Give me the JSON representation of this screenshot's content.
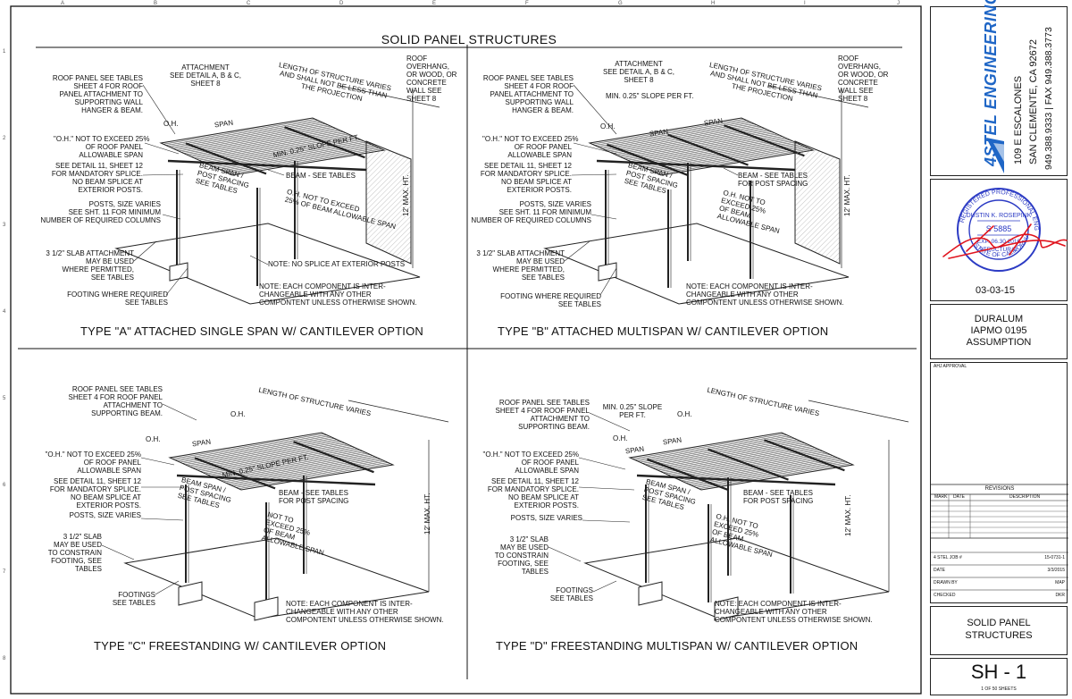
{
  "sheet_title": "SOLID PANEL STRUCTURES",
  "grid": {
    "letters": [
      "A",
      "B",
      "C",
      "D",
      "E",
      "F",
      "G",
      "H",
      "I",
      "J"
    ],
    "numbers": [
      "1",
      "2",
      "3",
      "4",
      "5",
      "6",
      "7",
      "8"
    ]
  },
  "panels": [
    {
      "caption": "TYPE \"A\" ATTACHED SINGLE SPAN W/ CANTILEVER OPTION",
      "notes": {
        "roof_panel": "ROOF PANEL SEE TABLES\nSHEET 4 FOR ROOF\nPANEL ATTACHMENT TO\nSUPPORTING WALL\nHANGER & BEAM.",
        "attachment": "ATTACHMENT\nSEE DETAIL A, B & C,\nSHEET 8",
        "length": "LENGTH OF STRUCTURE VARIES\nAND SHALL NOT BE LESS THAN\nTHE PROJECTION",
        "roof_overhang": "ROOF\nOVERHANG,\nOR WOOD, OR\nCONCRETE\nWALL SEE\nSHEET 8",
        "oh": "O.H.",
        "span": "SPAN",
        "slope": "MIN. 0.25\" SLOPE PER FT.",
        "oh_note": "\"O.H.\" NOT TO EXCEED 25%\nOF ROOF PANEL\nALLOWABLE SPAN",
        "splice": "SEE DETAIL 11, SHEET 12\nFOR MANDATORY SPLICE.\nNO BEAM SPLICE AT\nEXTERIOR POSTS.",
        "beam": "BEAM - SEE TABLES",
        "beam_span": "BEAM SPAN /\nPOST SPACING\nSEE TABLES",
        "posts": "POSTS, SIZE VARIES\nSEE SHT. 11 FOR MINIMUM\nNUMBER OF REQUIRED COLUMNS",
        "oh_beam": "O.H. NOT TO EXCEED\n25% OF BEAM ALLOWABLE SPAN",
        "height": "12' MAX. HT.",
        "slab": "3 1/2\" SLAB ATTACHMENT\nMAY BE USED\nWHERE PERMITTED,\nSEE TABLES",
        "no_splice": "NOTE: NO SPLICE AT EXTERIOR POSTS",
        "footing": "FOOTING WHERE REQUIRED\nSEE TABLES",
        "component": "NOTE: EACH COMPONENT IS INTER-\nCHANGEABLE WITH ANY OTHER\nCOMPONTENT UNLESS OTHERWISE SHOWN."
      }
    },
    {
      "caption": "TYPE \"B\" ATTACHED MULTISPAN W/ CANTILEVER OPTION",
      "notes": {
        "roof_panel": "ROOF PANEL SEE TABLES\nSHEET 4 FOR ROOF\nPANEL ATTACHMENT TO\nSUPPORTING WALL\nHANGER & BEAM.",
        "attachment": "ATTACHMENT\nSEE DETAIL A, B & C,\nSHEET 8",
        "length": "LENGTH OF STRUCTURE VARIES\nAND SHALL NOT BE LESS THAN\nTHE PROJECTION",
        "roof_overhang": "ROOF\nOVERHANG,\nOR WOOD, OR\nCONCRETE\nWALL SEE\nSHEET 8",
        "slope": "MIN. 0.25\" SLOPE PER FT.",
        "oh": "O.H.",
        "span1": "SPAN",
        "span2": "SPAN",
        "oh_note": "\"O.H.\" NOT TO EXCEED 25%\nOF ROOF PANEL\nALLOWABLE SPAN",
        "splice": "SEE DETAIL 11, SHEET 12\nFOR MANDATORY SPLICE.\nNO BEAM SPLICE AT\nEXTERIOR POSTS.",
        "beam_span": "BEAM SPAN /\nPOST SPACING\nSEE TABLES",
        "beam": "BEAM - SEE TABLES\nFOR POST SPACING",
        "posts": "POSTS, SIZE VARIES\nSEE SHT. 11 FOR MINIMUM\nNUMBER OF REQUIRED COLUMNS",
        "oh_beam": "O.H. NOT TO\nEXCEED 25%\nOF BEAM\nALLOWABLE SPAN",
        "height": "12' MAX. HT.",
        "slab": "3 1/2\" SLAB ATTACHMENT\nMAY BE USED\nWHERE PERMITTED,\nSEE TABLES",
        "footing": "FOOTING WHERE REQUIRED\nSEE TABLES",
        "component": "NOTE: EACH COMPONENT IS INTER-\nCHANGEABLE WITH ANY OTHER\nCOMPONTENT UNLESS OTHERWISE SHOWN."
      }
    },
    {
      "caption": "TYPE \"C\" FREESTANDING W/ CANTILEVER OPTION",
      "notes": {
        "roof_panel": "ROOF PANEL SEE TABLES\nSHEET 4 FOR ROOF PANEL\nATTACHMENT TO\nSUPPORTING BEAM.",
        "length": "LENGTH OF STRUCTURE VARIES",
        "oh1": "O.H.",
        "oh2": "O.H.",
        "span": "SPAN",
        "slope": "MIN. 0.25\" SLOPE PER FT.",
        "oh_note": "\"O.H.\" NOT TO EXCEED 25%\nOF ROOF PANEL\nALLOWABLE SPAN",
        "splice": "SEE DETAIL 11, SHEET 12\nFOR MANDATORY SPLICE.\nNO BEAM SPLICE AT\nEXTERIOR POSTS.",
        "beam_span": "BEAM SPAN /\nPOST SPACING\nSEE TABLES",
        "beam": "BEAM - SEE TABLES\nFOR POST SPACING",
        "posts": "POSTS, SIZE VARIES",
        "oh_beam": "NOT TO\nEXCEED 25%\nOF BEAM\nALLOWABLE SPAN",
        "height": "12' MAX. HT.",
        "slab": "3 1/2\" SLAB\nMAY BE USED\nTO CONSTRAIN\nFOOTING, SEE\nTABLES",
        "footing": "FOOTINGS\nSEE TABLES",
        "component": "NOTE: EACH COMPONENT IS INTER-\nCHANGEABLE WITH ANY OTHER\nCOMPONTENT UNLESS OTHERWISE SHOWN."
      }
    },
    {
      "caption": "TYPE \"D\" FREESTANDING MULTISPAN W/ CANTILEVER OPTION",
      "notes": {
        "roof_panel": "ROOF PANEL SEE TABLES\nSHEET 4 FOR ROOF PANEL\nATTACHMENT TO\nSUPPORTING BEAM.",
        "slope": "MIN. 0.25\" SLOPE\nPER FT.",
        "length": "LENGTH OF STRUCTURE VARIES",
        "oh1": "O.H.",
        "oh2": "O.H.",
        "span1": "SPAN",
        "span2": "SPAN",
        "oh_note": "\"O.H.\" NOT TO EXCEED 25%\nOF ROOF PANEL\nALLOWABLE SPAN",
        "splice": "SEE DETAIL 11, SHEET 12\nFOR MANDATORY SPLICE.\nNO BEAM SPLICE AT\nEXTERIOR POSTS.",
        "beam_span": "BEAM SPAN /\nPOST SPACING\nSEE TABLES",
        "beam": "BEAM - SEE TABLES\nFOR POST SPACING",
        "posts": "POSTS, SIZE VARIES",
        "oh_beam": "O.H. NOT TO\nEXCEED 25%\nOF BEAM\nALLOWABLE SPAN",
        "height": "12' MAX. HT.",
        "slab": "3 1/2\" SLAB\nMAY BE USED\nTO CONSTRAIN\nFOOTING, SEE\nTABLES",
        "footing": "FOOTINGS\nSEE TABLES",
        "component": "NOTE: EACH COMPONENT IS INTER-\nCHANGEABLE WITH ANY OTHER\nCOMPONTENT UNLESS OTHERWISE SHOWN."
      }
    }
  ],
  "title_block": {
    "company_logo": "4STEL ENGINEERING",
    "address1": "109 E ESCALONES",
    "address2": "SAN CLEMENTE, CA 92672",
    "phone": "949.388.9333 | FAX 949.388.3773",
    "seal_text": "REGISTERED PROFESSIONAL ENGINEER DUSTIN K. ROSEPINK S 5885 EXP. 06.30.2016 STRUCTURAL STATE OF CALIFORNIA",
    "seal_license": "S 5885",
    "seal_date": "03-03-15",
    "project": "DURALUM\nIAPMO 0195\nASSUMPTION",
    "ahj": "AHJ APPROVAL",
    "revisions_title": "REVISIONS",
    "rev_headers": [
      "MARK",
      "DATE",
      "DESCRIPTION"
    ],
    "job_label": "4 STEL JOB #",
    "job_value": "15-0731-1",
    "date_label": "DATE",
    "date_value": "3/3/2015",
    "drawn_label": "DRAWN BY",
    "drawn_value": "MAP",
    "checked_label": "CHECKED",
    "checked_value": "DKR",
    "sheet_name": "SOLID PANEL\nSTRUCTURES",
    "sheet_number": "SH - 1",
    "sheet_count": "1 OF 50 SHEETS"
  },
  "colors": {
    "line": "#222222",
    "seal_blue": "#2c3bc4",
    "signature_red": "#e0141e",
    "logo_blue": "#1f66c6"
  }
}
